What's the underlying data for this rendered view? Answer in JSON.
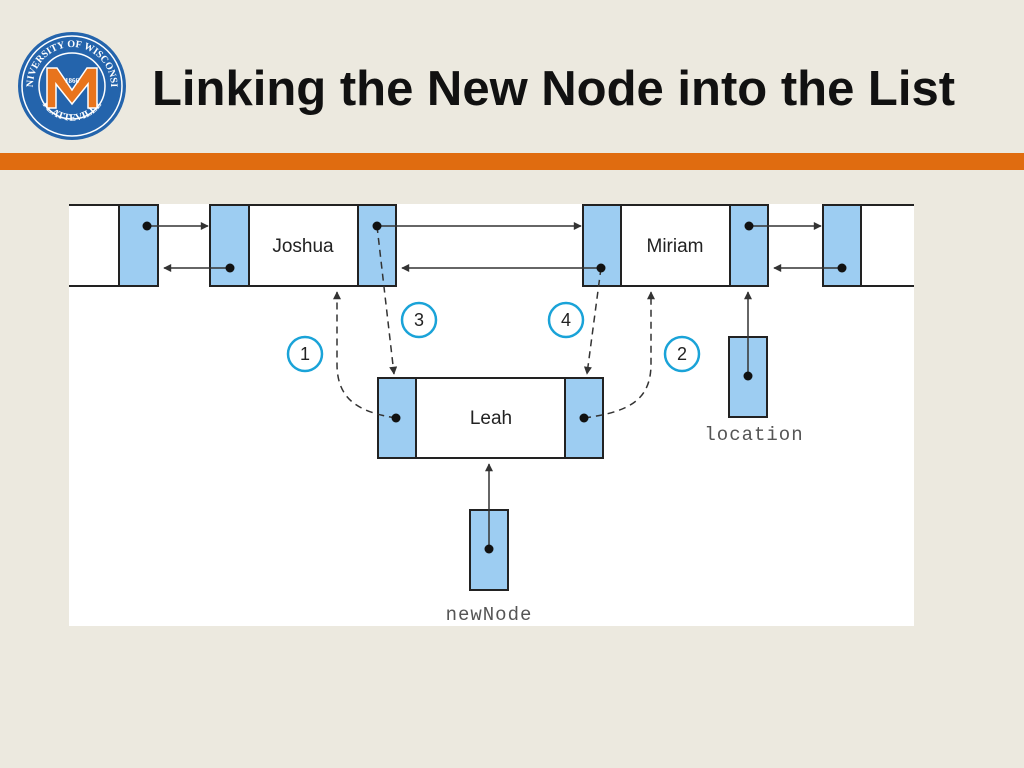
{
  "slide": {
    "title": "Linking the New Node into the List",
    "accent_color": "#e06c10"
  },
  "logo": {
    "name": "university-seal",
    "text_top": "UNIVERSITY OF WISCONSIN",
    "text_bottom": "PLATTEVILLE",
    "year": "1866",
    "letter": "M",
    "ring_color": "#2464ac",
    "letter_color": "#e8741c"
  },
  "diagram": {
    "nodes": {
      "joshua": "Joshua",
      "miriam": "Miriam",
      "leah": "Leah"
    },
    "steps": [
      "1",
      "2",
      "3",
      "4"
    ],
    "variables": {
      "location": "location",
      "new_node": "newNode"
    },
    "colors": {
      "pointer_fill": "#9dcdf2",
      "step_circle": "#1aa3d8",
      "node_border": "#222222"
    }
  }
}
